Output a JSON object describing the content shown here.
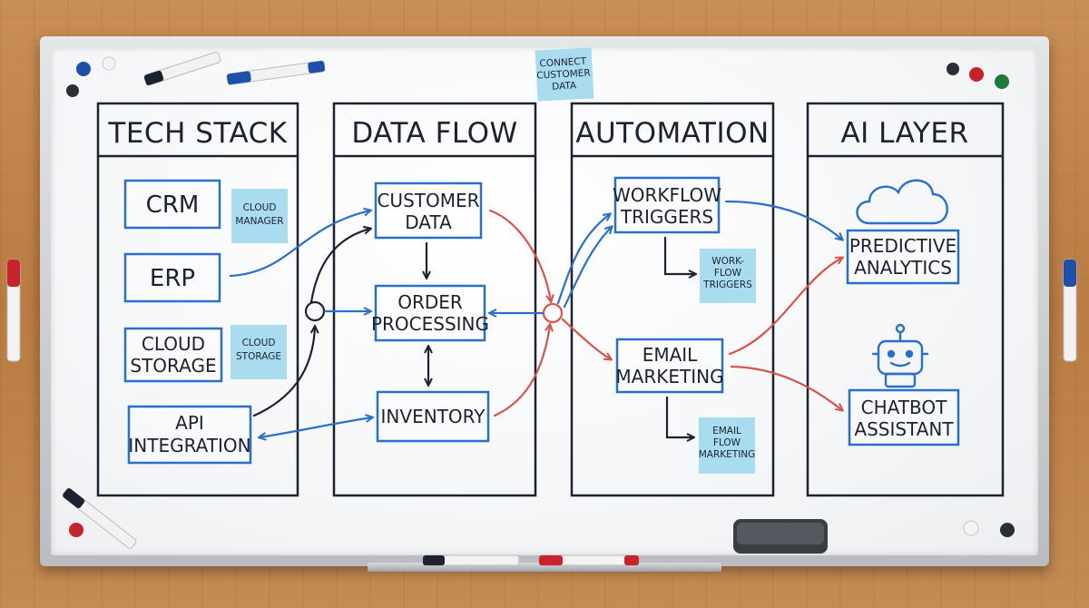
{
  "columns": [
    {
      "id": "tech_stack",
      "title": "TECH STACK"
    },
    {
      "id": "data_flow",
      "title": "DATA FLOW"
    },
    {
      "id": "automation",
      "title": "AUTOMATION"
    },
    {
      "id": "ai_layer",
      "title": "AI LAYER"
    }
  ],
  "boxes": {
    "crm": [
      "CRM"
    ],
    "erp": [
      "ERP"
    ],
    "cloud_storage": [
      "CLOUD",
      "STORAGE"
    ],
    "api_integration": [
      "API",
      "INTEGRATION"
    ],
    "customer_data": [
      "CUSTOMER",
      "DATA"
    ],
    "order_processing": [
      "ORDER",
      "PROCESSING"
    ],
    "inventory": [
      "INVENTORY"
    ],
    "workflow_triggers": [
      "WORKFLOW",
      "TRIGGERS"
    ],
    "email_marketing": [
      "EMAIL",
      "MARKETING"
    ],
    "predictive_analytics": [
      "PREDICTIVE",
      "ANALYTICS"
    ],
    "chatbot_assistant": [
      "CHATBOT",
      "ASSISTANT"
    ]
  },
  "sticky_notes": {
    "connect_customer_data": [
      "CONNECT",
      "CUSTOMER",
      "DATA"
    ],
    "cloud_manager": [
      "CLOUD",
      "MANAGER"
    ],
    "cloud_storage": [
      "CLOUD",
      "STORAGE"
    ],
    "workflow_triggers": [
      "WORK-",
      "FLOW",
      "TRIGGERS"
    ],
    "email_flow_marketing": [
      "EMAIL",
      "FLOW",
      "MARKETING"
    ]
  },
  "icons": [
    "cloud-icon",
    "robot-icon"
  ],
  "colors": {
    "marker_black": "#1d2230",
    "marker_blue": "#2a6fc9",
    "marker_red": "#d9534f",
    "sticky_note": "#a9dcef"
  }
}
